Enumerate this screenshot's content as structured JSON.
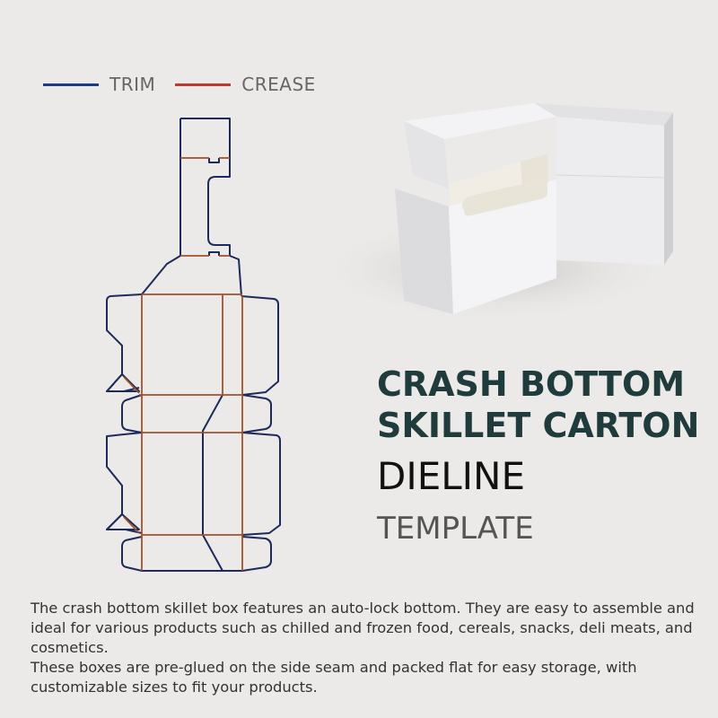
{
  "legend": {
    "trim": {
      "label": "TRIM",
      "color": "#1e3a8a"
    },
    "crease": {
      "label": "CREASE",
      "color": "#c0392b"
    }
  },
  "title": {
    "line1": "CRASH BOTTOM",
    "line2": "SKILLET CARTON",
    "line3": "DIELINE",
    "line4": "TEMPLATE"
  },
  "description": {
    "paragraph1": "The crash bottom skillet box features an auto-lock bottom. They are easy to assemble and ideal for various products such as chilled and frozen food, cereals, snacks, deli meats, and cosmetics.",
    "paragraph2": "These boxes are pre-glued on the side seam and packed flat for easy storage, with customizable sizes to fit your products."
  },
  "colors": {
    "background": "#ebeae8",
    "title": "#1f3b3b",
    "dieline_trim": "#1e2a5a",
    "dieline_crease": "#a0522d"
  }
}
